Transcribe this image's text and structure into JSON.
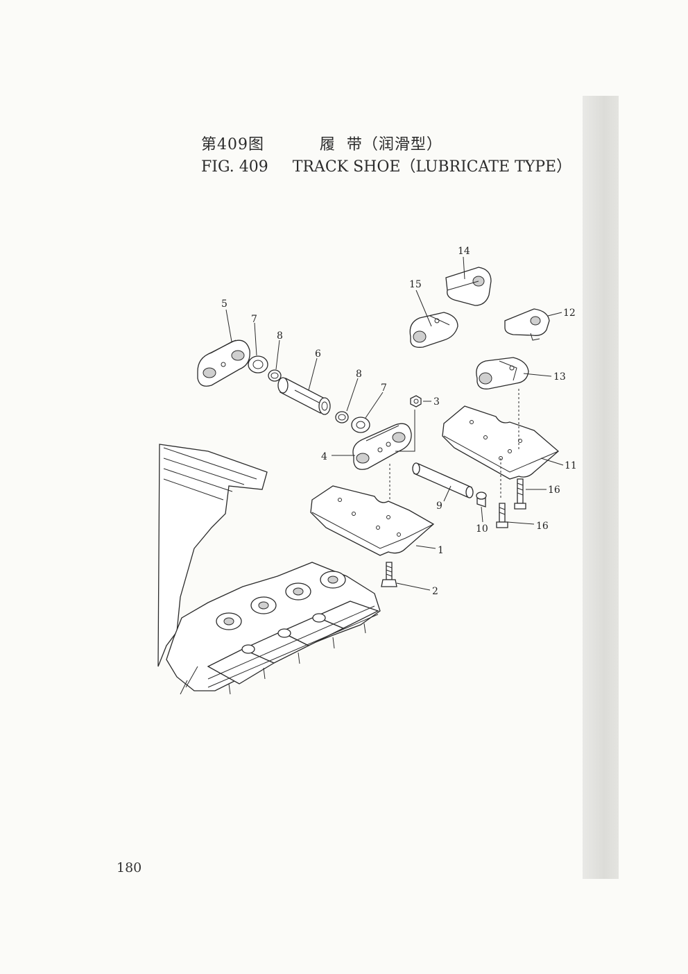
{
  "figure": {
    "title_cn": "第409图          履  带（润滑型）",
    "title_en": "FIG. 409     TRACK SHOE（LUBRICATE TYPE）"
  },
  "callouts": [
    "1",
    "2",
    "3",
    "4",
    "5",
    "6",
    "7",
    "8",
    "8",
    "7",
    "9",
    "10",
    "11",
    "12",
    "13",
    "14",
    "15",
    "16",
    "16"
  ],
  "page_number": "180"
}
